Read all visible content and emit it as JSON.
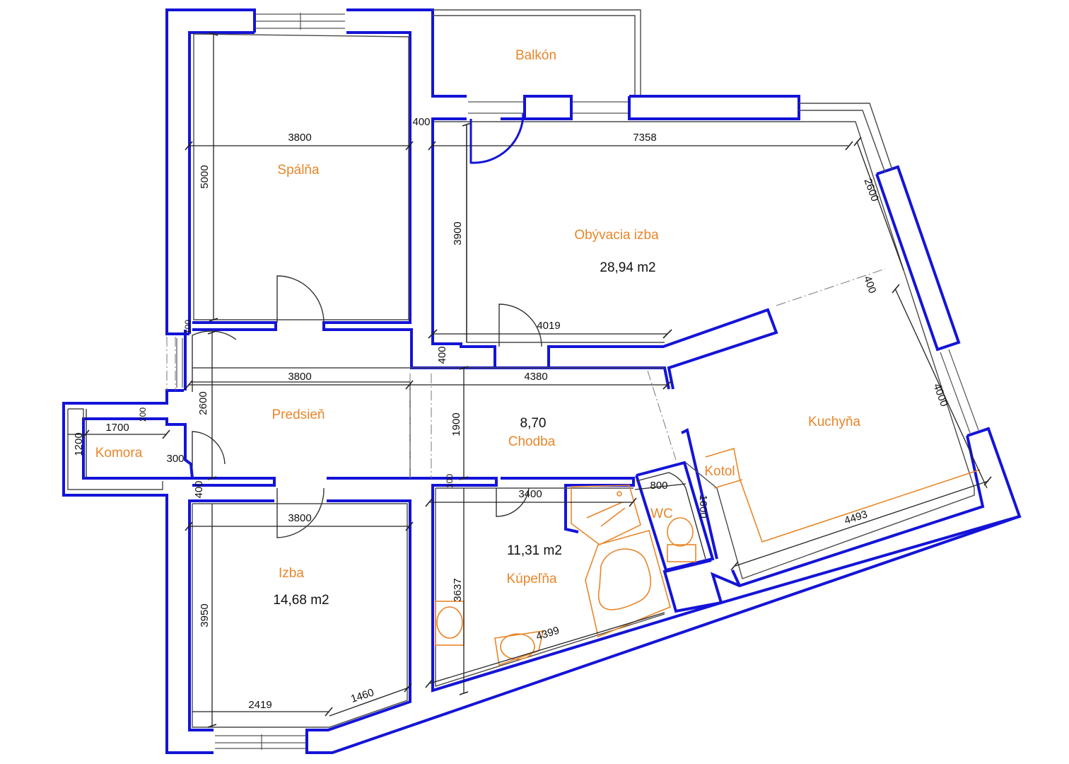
{
  "rooms": {
    "balkon": "Balkón",
    "spalna": "Spálňa",
    "obyvacia": "Obývacia izba",
    "obyvacia_area": "28,94 m2",
    "predsien": "Predsieň",
    "chodba_area": "8,70",
    "chodba": "Chodba",
    "komora": "Komora",
    "kuchyna": "Kuchyňa",
    "kotol": "Kotol",
    "wc": "WC",
    "kupelna_area": "11,31 m2",
    "kupelna": "Kúpeľňa",
    "izba": "Izba",
    "izba_area": "14,68 m2"
  },
  "dimensions": {
    "spalna_width": "3800",
    "spalna_height": "5000",
    "wall_400_top": "400",
    "obyvacia_width": "7358",
    "obyvacia_height": "3900",
    "obyvacia_diag": "2600",
    "obyvacia_diag_400": "400",
    "obyvacia_bottom": "4019",
    "wall_100": "100",
    "predsien_width": "3800",
    "predsien_height": "2600",
    "wall_400_mid": "400",
    "chodba_width": "4380",
    "chodba_height": "1900",
    "komora_width": "1700",
    "komora_height": "1200",
    "komora_200": "200",
    "door_300": "300",
    "wall_400_izba": "400",
    "wall_100_kup": "100",
    "kupelna_width": "3400",
    "kupelna_height": "3637",
    "kupelna_diag": "4399",
    "wc_width": "800",
    "wc_height": "1600",
    "kuchyna_height": "4000",
    "kuchyna_width": "4493",
    "izba_width": "3800",
    "izba_height": "3950",
    "izba_bottom": "2419",
    "izba_diag": "1460"
  },
  "colors": {
    "wall": "#1414d8",
    "label": "#e8862a",
    "dimension": "#111111"
  }
}
